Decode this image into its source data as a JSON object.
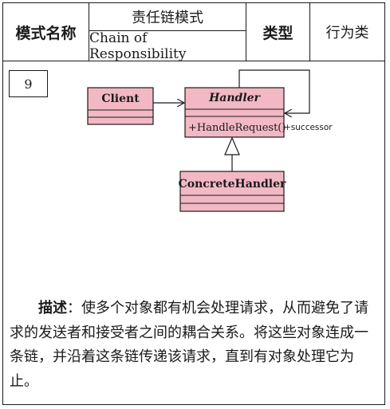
{
  "header": {
    "name_label": "模式名称",
    "name_cn": "责任链模式",
    "name_en": "Chain of Responsibility",
    "type_label": "类型",
    "type_value": "行为类"
  },
  "pattern_number": "9",
  "diagram": {
    "client": {
      "name": "Client"
    },
    "handler": {
      "name": "Handler",
      "abstract": true,
      "operation": "+HandleRequest()"
    },
    "concrete_handler": {
      "name": "ConcreteHandler"
    },
    "self_association_role": "+successor",
    "colors": {
      "class_fill": "#f2b8c4",
      "line": "#1a1a1a"
    }
  },
  "description": {
    "label": "描述",
    "colon": "：",
    "text": "使多个对象都有机会处理请求，从而避免了请求的发送者和接受者之间的耦合关系。将这些对象连成一条链，并沿着这条链传递该请求，直到有对象处理它为止。"
  }
}
